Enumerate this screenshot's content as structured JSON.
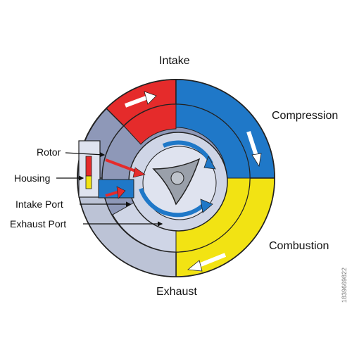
{
  "labels": {
    "intake": "Intake",
    "compression": "Compression",
    "combustion": "Combustion",
    "exhaust": "Exhaust",
    "rotor": "Rotor",
    "housing": "Housing",
    "intake_port": "Intake Port",
    "exhaust_port": "Exhaust Port"
  },
  "stock_id": "1839669822",
  "colors": {
    "intake_red": "#e52b2b",
    "compression_blue": "#1f78c8",
    "combustion_yellow": "#f2e313",
    "exhaust_gray": "#bcc3d6",
    "housing_slate": "#8e98b8",
    "light_slate": "#cfd5e6",
    "rotor_gray": "#9aa0aa",
    "outline": "#222222"
  }
}
